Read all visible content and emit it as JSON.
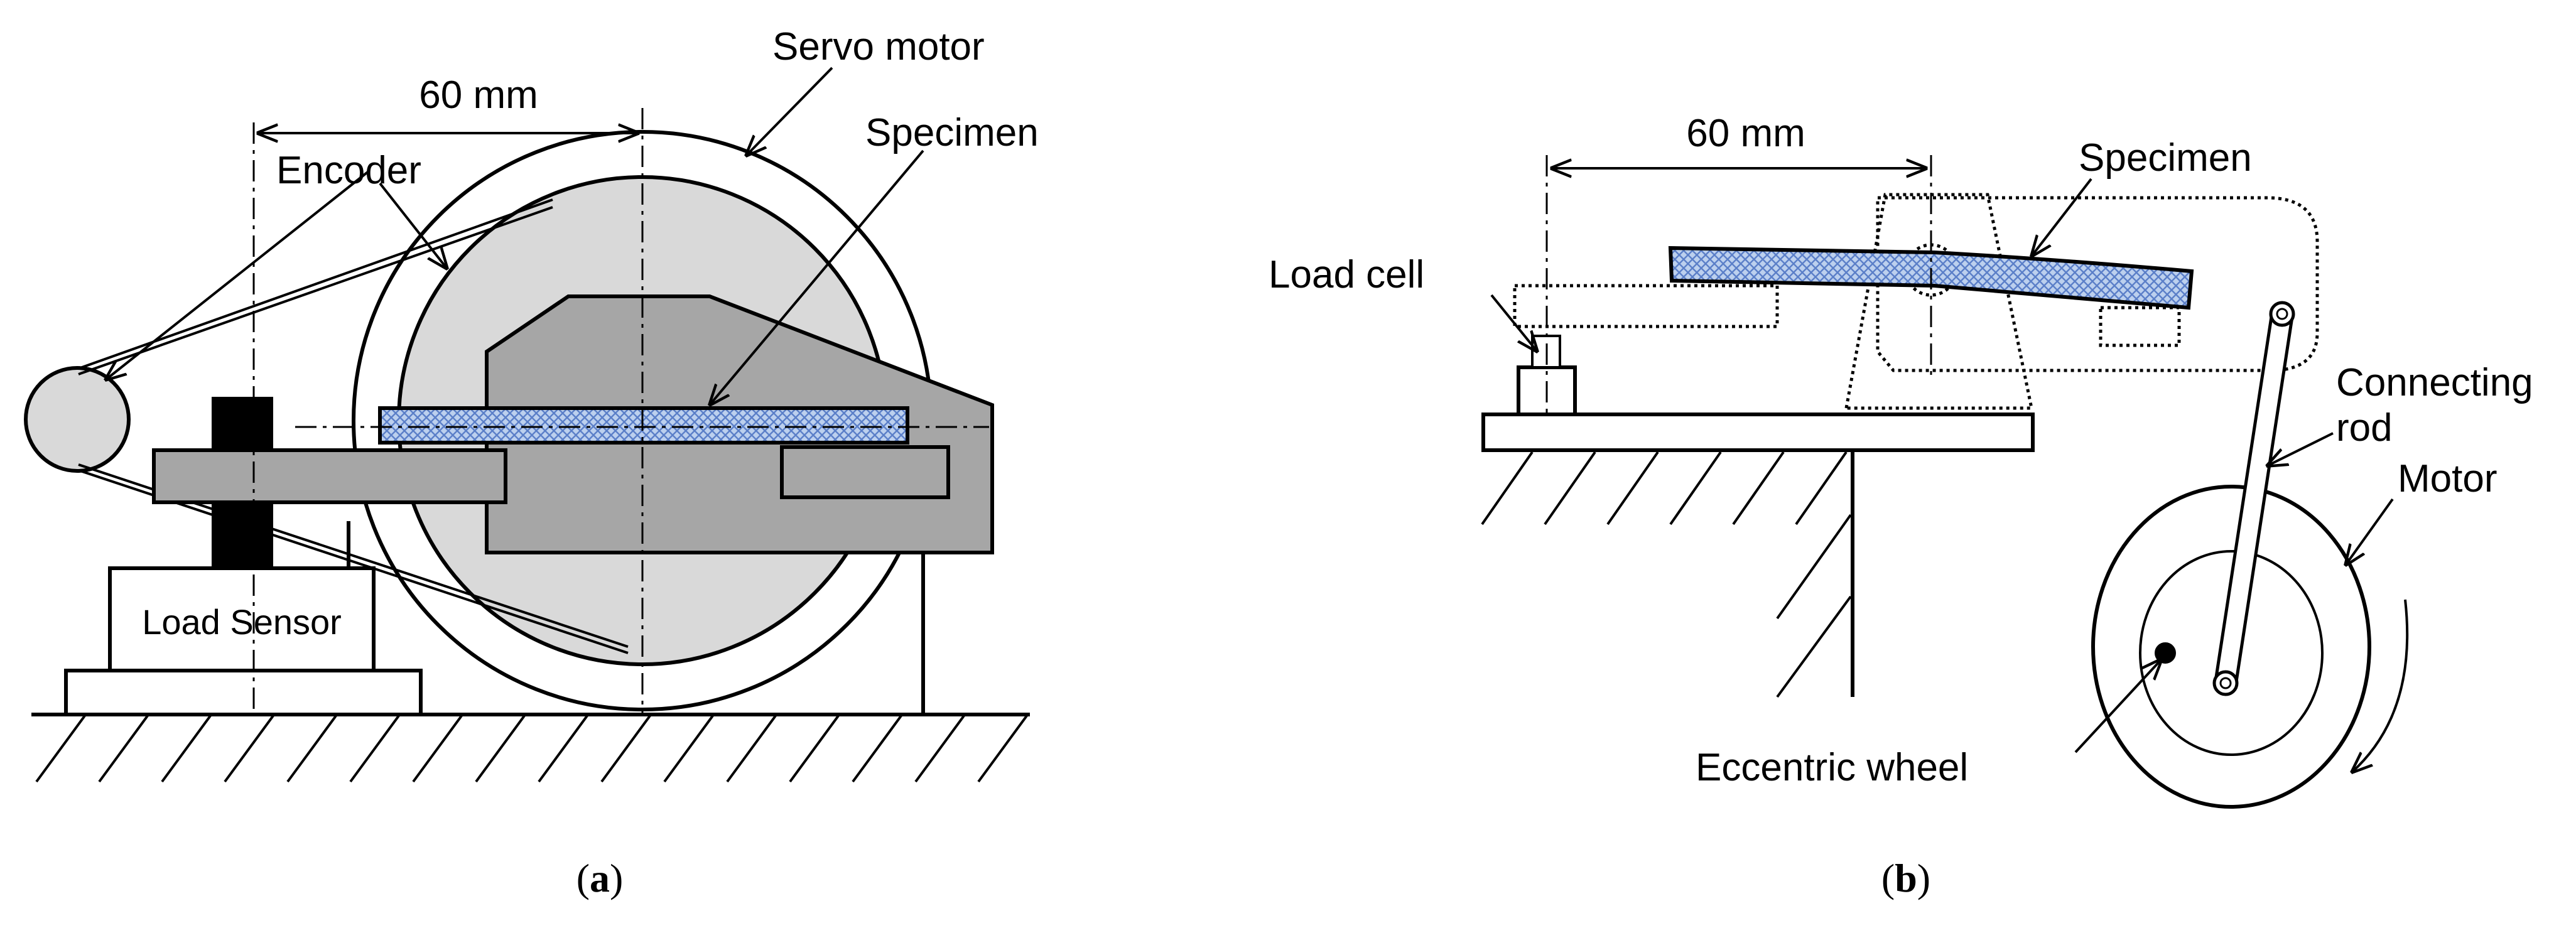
{
  "panel_a": {
    "dimension": "60 mm",
    "labels": {
      "servo_motor": "Servo motor",
      "encoder": "Encoder",
      "specimen": "Specimen",
      "load_sensor": "Load Sensor"
    },
    "caption": {
      "letter": "a"
    }
  },
  "panel_b": {
    "dimension": "60 mm",
    "labels": {
      "specimen": "Specimen",
      "load_cell": "Load cell",
      "connecting": "Connecting",
      "rod": "rod",
      "motor": "Motor",
      "eccentric_wheel": "Eccentric wheel"
    },
    "caption": {
      "letter": "b"
    }
  },
  "colors": {
    "ink": "#000000",
    "disc_fill": "#d9d9d9",
    "body_fill": "#a6a6a6",
    "post_fill": "#000000",
    "specimen_fill": "#bcd0ee",
    "specimen_dots": "#5b7fc8"
  }
}
